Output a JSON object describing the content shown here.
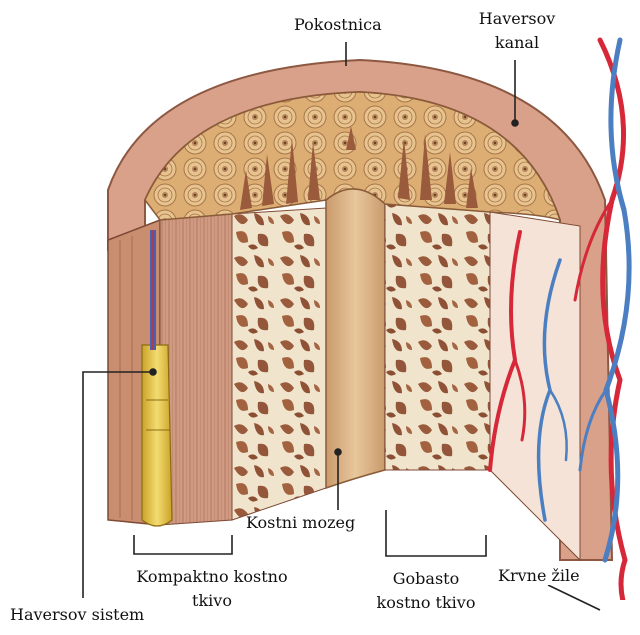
{
  "labels": {
    "periosteum": "Pokostnica",
    "haversian_canal_line1": "Haversov",
    "haversian_canal_line2": "kanal",
    "bone_marrow": "Kostni mozeg",
    "compact_line1": "Kompaktno kostno",
    "compact_line2": "tkivo",
    "spongy_line1": "Gobasto",
    "spongy_line2": "kostno tkivo",
    "blood_vessels": "Krvne žile",
    "haversian_system": "Haversov sistem"
  },
  "colors": {
    "periosteum": "#d9a08a",
    "compact_bone": "#c98d6f",
    "spongy_background": "#f1e4cc",
    "trabeculae": "#9a5a3c",
    "marrow_cavity": "#dbb68b",
    "artery": "#d62839",
    "vein": "#4b7fc2",
    "haversian_system": "#e9c63a",
    "leader_line": "#222222"
  }
}
